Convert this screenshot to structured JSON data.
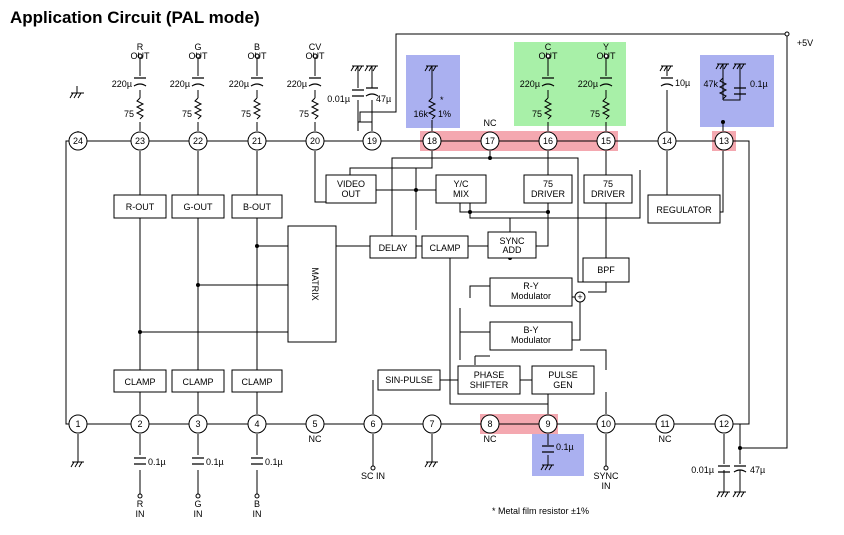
{
  "title": "Application Circuit (PAL mode)",
  "supply": "+5V",
  "note": "* Metal film resistor ±1%",
  "colors": {
    "highlight_red": "#f4a8b0",
    "highlight_blue": "#aab0f0",
    "highlight_green": "#a8f0a8"
  },
  "pins": [
    {
      "n": "1"
    },
    {
      "n": "2"
    },
    {
      "n": "3"
    },
    {
      "n": "4"
    },
    {
      "n": "5"
    },
    {
      "n": "6"
    },
    {
      "n": "7"
    },
    {
      "n": "8"
    },
    {
      "n": "9"
    },
    {
      "n": "10"
    },
    {
      "n": "11"
    },
    {
      "n": "12"
    },
    {
      "n": "13"
    },
    {
      "n": "14"
    },
    {
      "n": "15"
    },
    {
      "n": "16"
    },
    {
      "n": "17"
    },
    {
      "n": "18"
    },
    {
      "n": "19"
    },
    {
      "n": "20"
    },
    {
      "n": "21"
    },
    {
      "n": "22"
    },
    {
      "n": "23"
    },
    {
      "n": "24"
    }
  ],
  "top_outputs": {
    "r": [
      "R",
      "OUT"
    ],
    "g": [
      "G",
      "OUT"
    ],
    "b": [
      "B",
      "OUT"
    ],
    "cv": [
      "CV",
      "OUT"
    ],
    "c": [
      "C",
      "OUT"
    ],
    "y": [
      "Y",
      "OUT"
    ]
  },
  "top_components": {
    "cap_220": "220µ",
    "res_75": "75",
    "cap_001": "0.01µ",
    "cap_47": "47µ",
    "res_16k": "16k",
    "res_16k_tol": "1%",
    "asterisk": "*",
    "nc": "NC",
    "cap_10": "10µ",
    "res_47k": "47k",
    "cap_01": "0.1µ"
  },
  "bottom_components": {
    "cap_01": "0.1µ",
    "nc": "NC",
    "cap_001": "0.01µ",
    "cap_47": "47µ",
    "r_in": [
      "R",
      "IN"
    ],
    "g_in": [
      "G",
      "IN"
    ],
    "b_in": [
      "B",
      "IN"
    ],
    "sc_in": "SC IN",
    "sync_in": [
      "SYNC",
      "IN"
    ]
  },
  "blocks": {
    "video_out": [
      "VIDEO",
      "OUT"
    ],
    "yc_mix": [
      "Y/C",
      "MIX"
    ],
    "driver75a": [
      "75",
      "DRIVER"
    ],
    "driver75b": [
      "75",
      "DRIVER"
    ],
    "regulator": "REGULATOR",
    "r_out": "R-OUT",
    "g_out": "G-OUT",
    "b_out": "B-OUT",
    "matrix": "MATRIX",
    "delay": "DELAY",
    "clamp_mid": "CLAMP",
    "sync_add": [
      "SYNC",
      "ADD"
    ],
    "bpf": "BPF",
    "ry_mod": [
      "R-Y",
      "Modulator"
    ],
    "by_mod": [
      "B-Y",
      "Modulator"
    ],
    "phase_shifter": [
      "PHASE",
      "SHIFTER"
    ],
    "pulse_gen": [
      "PULSE",
      "GEN"
    ],
    "sin_pulse": "SIN-PULSE",
    "clamp1": "CLAMP",
    "clamp2": "CLAMP",
    "clamp3": "CLAMP",
    "adder": "+"
  }
}
